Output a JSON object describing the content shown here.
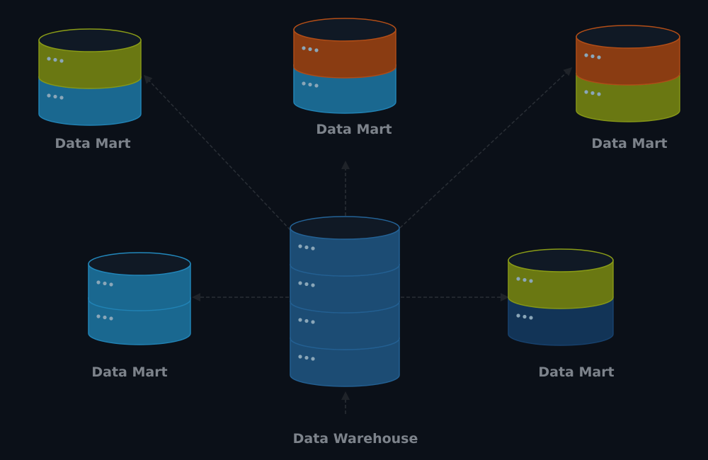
{
  "colors": {
    "background": "#0b1018",
    "olive": "#6a7812",
    "blue": "#1a6890",
    "orange": "#8a3c12",
    "navy": "#123457",
    "warehouse": "#1c4c74",
    "top_face": "#101925",
    "connector": "#2a2f36",
    "label": "#7d838b"
  },
  "warehouse": {
    "label": "Data Warehouse",
    "disks": [
      "warehouse",
      "warehouse",
      "warehouse",
      "warehouse"
    ]
  },
  "marts": [
    {
      "id": "top-left",
      "label": "Data Mart",
      "disks": [
        "olive",
        "blue"
      ]
    },
    {
      "id": "top-center",
      "label": "Data Mart",
      "disks": [
        "orange",
        "blue"
      ]
    },
    {
      "id": "top-right",
      "label": "Data Mart",
      "disks": [
        "orange",
        "olive"
      ]
    },
    {
      "id": "middle-left",
      "label": "Data Mart",
      "disks": [
        "blue",
        "blue"
      ]
    },
    {
      "id": "middle-right",
      "label": "Data Mart",
      "disks": [
        "olive",
        "navy"
      ]
    }
  ]
}
